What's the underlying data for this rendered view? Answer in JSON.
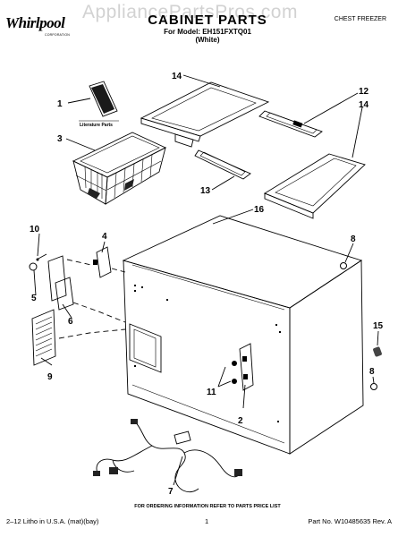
{
  "header": {
    "brand": "Whirlpool",
    "brand_sub": "CORPORATION",
    "watermark": "AppliancePartsPros.com",
    "title": "CABINET PARTS",
    "model_line": "For Model: EH151FXTQ01",
    "color_line": "(White)",
    "product_type": "CHEST FREEZER"
  },
  "labels": {
    "literature": "Literature Parts"
  },
  "callouts": [
    "1",
    "2",
    "3",
    "4",
    "5",
    "6",
    "7",
    "8",
    "8",
    "9",
    "10",
    "11",
    "12",
    "13",
    "14",
    "14",
    "15",
    "16"
  ],
  "footer": {
    "order_note": "FOR ORDERING INFORMATION REFER TO PARTS PRICE LIST",
    "litho": "2–12 Litho in U.S.A. (mat)(bay)",
    "page": "1",
    "part_no": "Part No. W10485635 Rev. A"
  }
}
